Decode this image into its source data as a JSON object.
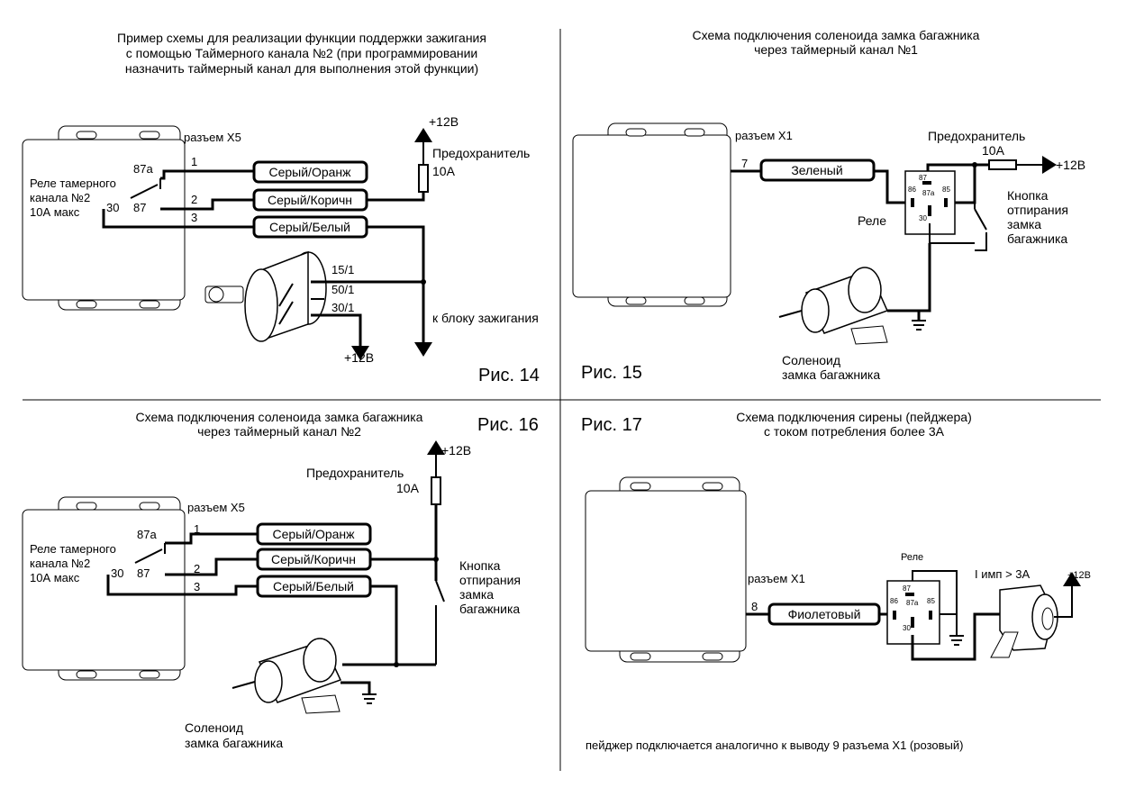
{
  "fig14": {
    "caption": "Рис. 14",
    "title": [
      "Пример схемы для реализации функции поддержки зажигания",
      "с помощью Таймерного канала №2 (при программировании",
      "назначить таймерный канал для выполнения этой функции)"
    ],
    "relay_label": [
      "Реле тамерного",
      "канала №2",
      "10А макс"
    ],
    "connector": "разъем X5",
    "pins": {
      "p87a": "87a",
      "p87": "87",
      "p30": "30"
    },
    "wire_nums": [
      "1",
      "2",
      "3"
    ],
    "wires": [
      "Серый/Оранж",
      "Серый/Коричн",
      "Серый/Белый"
    ],
    "plus": "+12В",
    "fuse_label": "Предохранитель",
    "fuse_value": "10А",
    "ign_pins": [
      "15/1",
      "50/1",
      "30/1"
    ],
    "plus_bottom": "+12В",
    "to_ignition": "к блоку зажигания"
  },
  "fig15": {
    "caption": "Рис. 15",
    "title": [
      "Схема подключения соленоида замка багажника",
      "через таймерный канал №1"
    ],
    "connector": "разъем X1",
    "wire_num": "7",
    "wire": "Зеленый",
    "fuse_label": "Предохранитель",
    "fuse_value": "10А",
    "plus": "+12В",
    "relay": "Реле",
    "relay_pins": {
      "p87": "87",
      "p86": "86",
      "p87a": "87a",
      "p85": "85",
      "p30": "30"
    },
    "button": [
      "Кнопка",
      "отпирания",
      "замка",
      "багажника"
    ],
    "solenoid": [
      "Соленоид",
      "замка багажника"
    ]
  },
  "fig16": {
    "caption": "Рис. 16",
    "title": [
      "Схема подключения соленоида замка багажника",
      "через таймерный канал №2"
    ],
    "plus": "+12В",
    "fuse_label": "Предохранитель",
    "fuse_value": "10А",
    "connector": "разъем X5",
    "relay_label": [
      "Реле тамерного",
      "канала №2",
      "10А макс"
    ],
    "pins": {
      "p87a": "87a",
      "p87": "87",
      "p30": "30"
    },
    "wire_nums": [
      "1",
      "2",
      "3"
    ],
    "wires": [
      "Серый/Оранж",
      "Серый/Коричн",
      "Серый/Белый"
    ],
    "button": [
      "Кнопка",
      "отпирания",
      "замка",
      "багажника"
    ],
    "solenoid": [
      "Соленоид",
      "замка багажника"
    ]
  },
  "fig17": {
    "caption": "Рис. 17",
    "title": [
      "Схема подключения сирены (пейджера)",
      "с током потребления более 3А"
    ],
    "connector": "разъем X1",
    "wire_num": "8",
    "wire": "Фиолетовый",
    "relay": "Реле",
    "relay_pins": {
      "p87": "87",
      "p86": "86",
      "p87a": "87a",
      "p85": "85",
      "p30": "30"
    },
    "current": "I имп > 3А",
    "plus": "+12В",
    "note": "пейджер подключается аналогично к выводу 9 разъема X1 (розовый)"
  }
}
